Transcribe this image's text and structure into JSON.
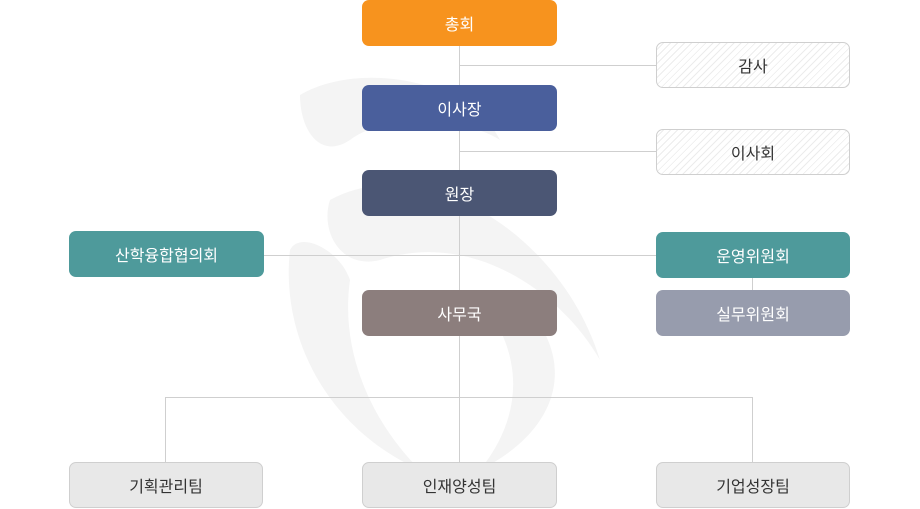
{
  "org": {
    "general_meeting": "총회",
    "auditor": "감사",
    "chairman": "이사장",
    "board": "이사회",
    "director": "원장",
    "industry_council": "산학융합협의회",
    "steering_committee": "운영위원회",
    "secretariat": "사무국",
    "working_committee": "실무위원회",
    "teams": [
      "기획관리팀",
      "인재양성팀",
      "기업성장팀"
    ]
  },
  "colors": {
    "general_meeting": "#f7931e",
    "chairman": "#4a5f9c",
    "director": "#4b5674",
    "teal": "#4e9a9b",
    "secretariat": "#8c7e7d",
    "working_committee": "#979cad",
    "line": "#cfcfcf",
    "team_bg": "#e8e8e8"
  }
}
